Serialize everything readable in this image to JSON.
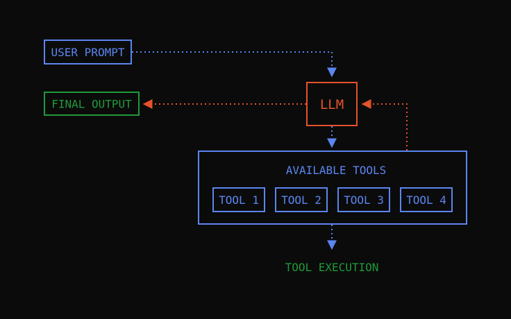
{
  "colors": {
    "background": "#0b0b0b",
    "blue": "#5b86f0",
    "green": "#1f9a3a",
    "orange": "#e5532b"
  },
  "nodes": {
    "user_prompt": "USER PROMPT",
    "final_output": "FINAL OUTPUT",
    "llm": "LLM",
    "available_tools": "AVAILABLE TOOLS",
    "tools": [
      "TOOL 1",
      "TOOL 2",
      "TOOL 3",
      "TOOL 4"
    ],
    "tool_execution": "TOOL EXECUTION"
  },
  "edges": [
    {
      "from": "user_prompt",
      "to": "llm",
      "color": "blue",
      "style": "dotted"
    },
    {
      "from": "llm",
      "to": "final_output",
      "color": "orange",
      "style": "dotted"
    },
    {
      "from": "llm",
      "to": "available_tools",
      "color": "blue",
      "style": "dotted"
    },
    {
      "from": "available_tools",
      "to": "llm",
      "color": "orange",
      "style": "dotted"
    },
    {
      "from": "available_tools",
      "to": "tool_execution",
      "color": "blue",
      "style": "dotted"
    }
  ]
}
